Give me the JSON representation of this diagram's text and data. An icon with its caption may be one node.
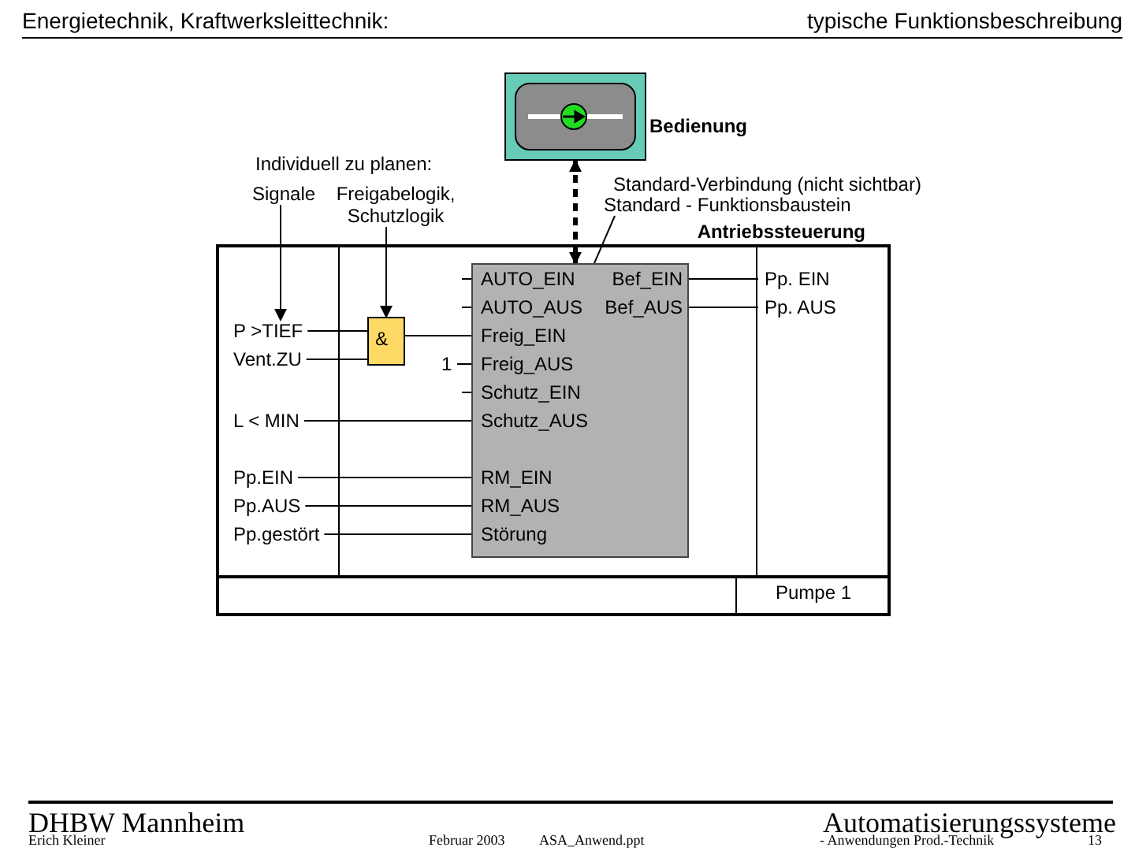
{
  "diagram": {
    "nodes": [
      {
        "text": [
          "Bedienung"
        ]
      },
      {
        "text": [
          "Signale"
        ]
      },
      {
        "text": [
          "Freigabelogik, Schutzlogik"
        ]
      },
      {
        "text": [
          "Standard - Funktionsbaustein"
        ]
      },
      {
        "text": [
          "Antriebssteuerung"
        ]
      },
      {
        "text": [
          "P >TIEF"
        ],
        "in": 4
      },
      {
        "text": [
          "Vent.ZU"
        ],
        "in": 4
      },
      {
        "text": [
          "L < MIN"
        ],
        "in": 4
      },
      {
        "text": [
          "Pp.EIN"
        ],
        "in": 4
      },
      {
        "text": [
          "Pp.AUS"
        ],
        "in": 4
      },
      {
        "text": [
          "Pp.gestört"
        ],
        "in": 4
      },
      {
        "text": [
          "&"
        ],
        "in": 4
      },
      {
        "text": [
          "1"
        ],
        "in": 4
      },
      {
        "text": [
          "AUTO_EIN",
          "AUTO_AUS",
          "Freig_EIN",
          "Freig_AUS",
          "Schutz_EIN",
          "Schutz_AUS",
          "RM_EIN",
          "RM_AUS",
          "Störung",
          "Bef_EIN",
          "Bef_AUS"
        ],
        "in": 4
      },
      {
        "text": [
          "Pp. EIN"
        ],
        "in": 4
      },
      {
        "text": [
          "Pp. AUS"
        ],
        "in": 4
      },
      {
        "text": [
          "Pumpe 1"
        ],
        "in": 4
      }
    ],
    "edges": [
      {
        "from": 0,
        "to": 13,
        "arrow": "both",
        "style": "dashed"
      },
      {
        "from": 1,
        "to": 5,
        "arrow": "to"
      },
      {
        "from": 2,
        "to": 11,
        "arrow": "to"
      },
      {
        "from": 3,
        "to": 13,
        "arrow": "none"
      },
      {
        "from": 5,
        "to": 11,
        "arrow": "none"
      },
      {
        "from": 6,
        "to": 11,
        "arrow": "none"
      },
      {
        "from": 11,
        "to": 13,
        "arrow": "none"
      },
      {
        "from": 12,
        "to": 13,
        "arrow": "none"
      },
      {
        "from": 7,
        "to": 13,
        "arrow": "none"
      },
      {
        "from": 8,
        "to": 13,
        "arrow": "none"
      },
      {
        "from": 9,
        "to": 13,
        "arrow": "none"
      },
      {
        "from": 10,
        "to": 13,
        "arrow": "none"
      },
      {
        "from": 13,
        "to": 14,
        "arrow": "none"
      },
      {
        "from": 13,
        "to": 15,
        "arrow": "none"
      }
    ],
    "labels": [
      "Energietechnik, Kraftwerksleittechnik:",
      "typische Funktionsbeschreibung",
      "Individuell zu planen:",
      "Standard-Verbindung (nicht sichtbar)",
      "DHBW  Mannheim",
      "Automatisierungssysteme",
      "Erich Kleiner",
      "Februar 2003",
      "ASA_Anwend.ppt",
      "- Anwendungen Prod.-Technik",
      "13"
    ]
  }
}
